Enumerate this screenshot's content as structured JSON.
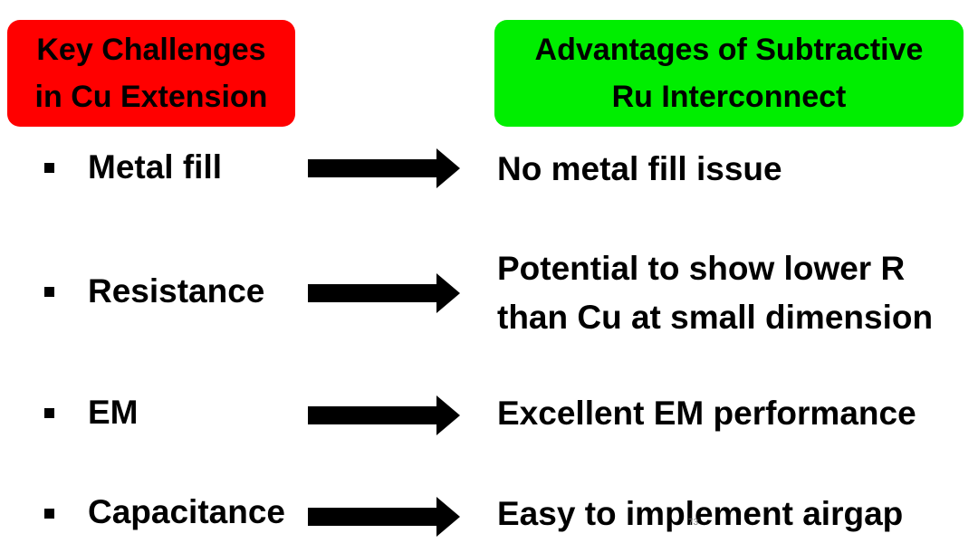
{
  "headers": {
    "left": {
      "lines": [
        "Key Challenges",
        "in Cu Extension"
      ],
      "color": "#ff0000"
    },
    "right": {
      "lines": [
        "Advantages of Subtractive",
        "Ru Interconnect"
      ],
      "color": "#00ee00"
    }
  },
  "rows": [
    {
      "challenge": "Metal fill",
      "advantage_lines": [
        "No metal fill issue"
      ]
    },
    {
      "challenge": "Resistance",
      "advantage_lines": [
        "Potential to show lower R",
        "than Cu at small dimension"
      ]
    },
    {
      "challenge": "EM",
      "advantage_lines": [
        "Excellent EM performance"
      ]
    },
    {
      "challenge": "Capacitance",
      "advantage_lines": [
        "Easy to implement airgap"
      ]
    }
  ],
  "arrow_icon": "right-arrow-icon",
  "bullet_icon": "square-bullet-icon",
  "page_number": "73"
}
